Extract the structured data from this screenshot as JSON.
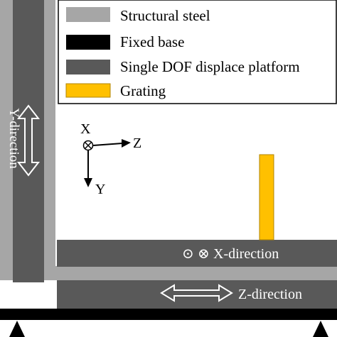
{
  "legend": {
    "items": [
      {
        "label": "Structural steel",
        "color": "#a6a6a6"
      },
      {
        "label": "Fixed base",
        "color": "#000000"
      },
      {
        "label": "Single DOF displace platform",
        "color": "#595959"
      },
      {
        "label": "Grating",
        "color": "#ffc000"
      }
    ]
  },
  "axes": {
    "x_label": "X",
    "y_label": "Y",
    "z_label": "Z"
  },
  "labels": {
    "y_direction": "Y-direction",
    "x_direction": "X-direction",
    "z_direction": "Z-direction"
  },
  "symbols": {
    "dot_circle": "⊙",
    "cross_circle": "⊗"
  },
  "colors": {
    "structural_steel": "#a6a6a6",
    "fixed_base": "#000000",
    "platform": "#595959",
    "grating": "#ffc000",
    "label_light": "#ffffff"
  }
}
